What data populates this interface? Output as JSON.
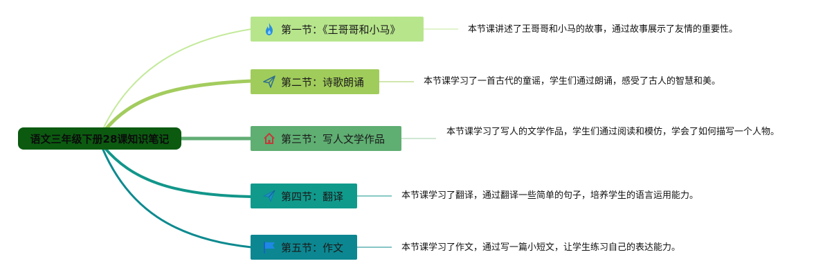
{
  "root": {
    "label": "语文三年级下册28课知识笔记"
  },
  "branches": [
    {
      "label": "第一节：《王哥哥和小马》",
      "icon": "fire-icon",
      "color": "#b7e58c",
      "note": "本节课讲述了王哥哥和小马的故事，通过故事展示了友情的重要性。"
    },
    {
      "label": "第二节：诗歌朗诵",
      "icon": "paper-plane-icon",
      "color": "#a0cc5b",
      "note": "本节课学习了一首古代的童谣，学生们通过朗诵，感受了古人的智慧和美。"
    },
    {
      "label": "第三节：写人文学作品",
      "icon": "home-icon",
      "color": "#5fae72",
      "note": "本节课学习了写人的文学作品，学生们通过阅读和模仿，学会了如何描写一个人物。"
    },
    {
      "label": "第四节：翻译",
      "icon": "paper-plane-icon",
      "color": "#109a8c",
      "note": "本节课学习了翻译，通过翻译一些简单的句子，培养学生的语言运用能力。"
    },
    {
      "label": "第五节：作文",
      "icon": "flag-icon",
      "color": "#0c8791",
      "note": "本节课学习了作文，通过写一篇小短文，让学生练习自己的表达能力。"
    }
  ]
}
